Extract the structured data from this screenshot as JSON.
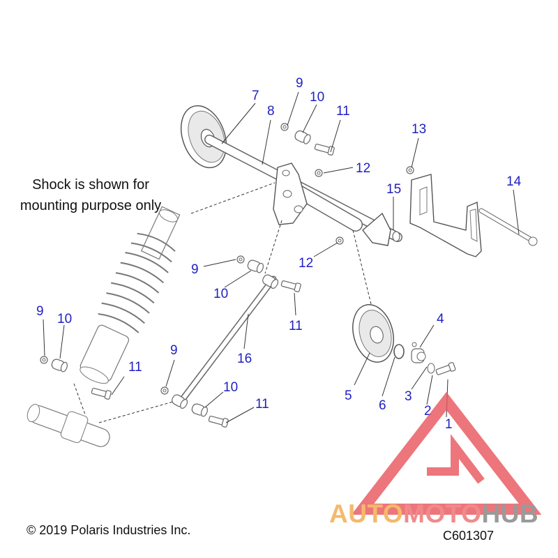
{
  "note": "Shock is shown for mounting purpose only",
  "copyright": "© 2019 Polaris Industries Inc.",
  "drawing_code": "C601307",
  "watermark": {
    "part1": "AUTO",
    "part2": "MOTO",
    "part3": "HUB"
  },
  "callouts": [
    "7",
    "8",
    "9",
    "10",
    "11",
    "12",
    "13",
    "14",
    "15",
    "12",
    "9",
    "10",
    "11",
    "16",
    "9",
    "10",
    "11",
    "9",
    "10",
    "11",
    "4",
    "5",
    "6",
    "3",
    "2",
    "1"
  ],
  "colors": {
    "callout": "#1f1fc2",
    "line": "#555555",
    "watermark_red": "#e8555b"
  }
}
